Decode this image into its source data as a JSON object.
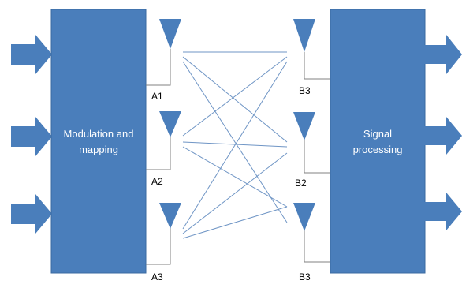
{
  "tx_block": {
    "line1": "Modulation and",
    "line2": "mapping"
  },
  "rx_block": {
    "line1": "Signal",
    "line2": "processing"
  },
  "tx_antennas": [
    {
      "label": "A1"
    },
    {
      "label": "A2"
    },
    {
      "label": "A3"
    }
  ],
  "rx_antennas": [
    {
      "label": "B3"
    },
    {
      "label": "B2"
    },
    {
      "label": "B3"
    }
  ],
  "colors": {
    "block_fill": "#4a7ebb",
    "block_stroke": "#3a6aa0",
    "arrow_fill": "#4a7ebb",
    "link_line": "#6f95c5",
    "feed_line": "#808080",
    "antenna_fill": "#4a7ebb"
  }
}
